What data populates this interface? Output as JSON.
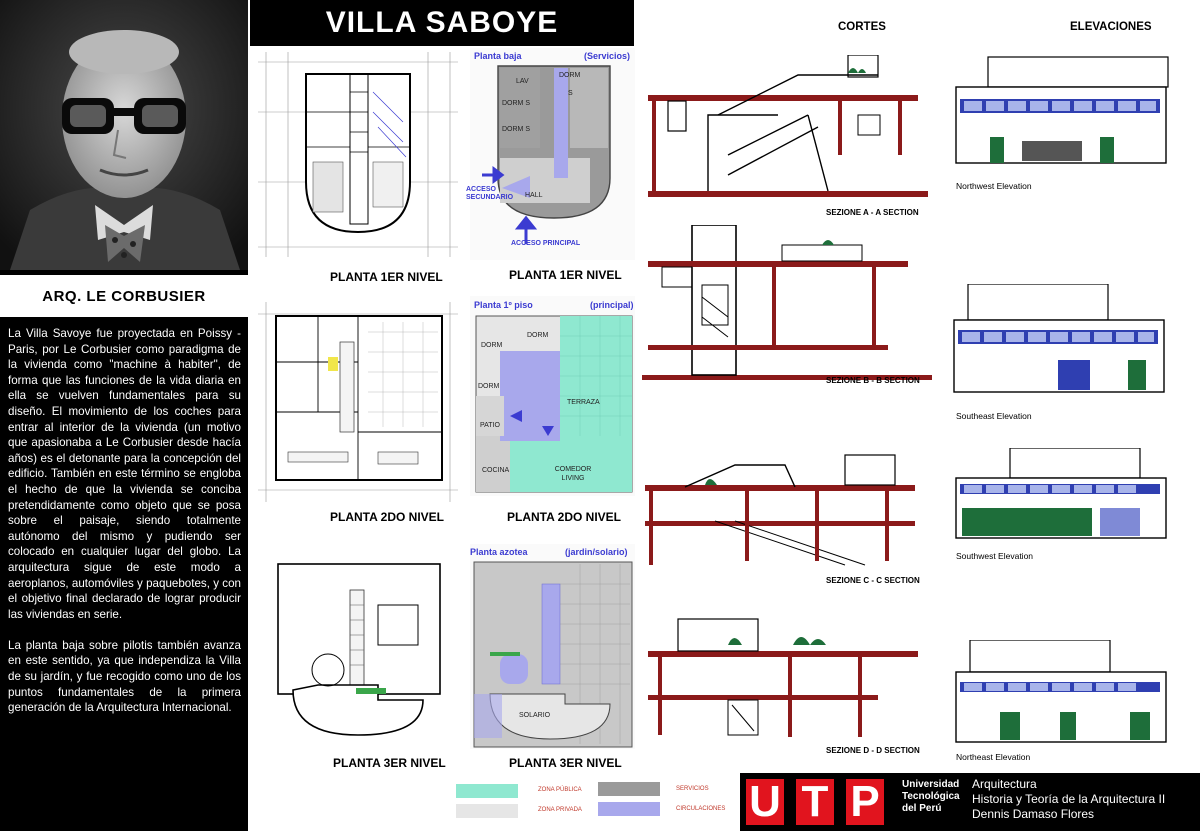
{
  "title": "VILLA SABOYE",
  "architect": "ARQ. LE CORBUSIER",
  "bio": [
    "La Villa Savoye fue proyectada en Poissy - Paris, por Le Corbusier como paradigma de la vivienda como \"machine à habiter\", de forma que las funciones de la vida diaria en ella se vuelven fundamentales para su diseño. El movimiento de los coches para entrar al interior de la vivienda (un motivo que apasionaba a Le Corbusier desde hacía años) es el detonante para la concepción del edificio. También en este término se engloba el hecho de que la vivienda se conciba pretendidamente como objeto que se posa sobre el paisaje, siendo totalmente autónomo del mismo y pudiendo ser colocado en cualquier lugar del globo. La arquitectura sigue de este modo a aeroplanos, automóviles y paquebotes, y con el objetivo final declarado de lograr producir las viviendas en serie.",
    "La planta baja sobre pilotis también avanza en este sentido, ya que independiza la Villa de su jardín, y fue recogido como uno de los puntos fundamentales de la primera generación de la Arquitectura Internacional."
  ],
  "plans": {
    "captions": [
      "PLANTA 1ER NIVEL",
      "PLANTA 1ER NIVEL",
      "PLANTA 2DO NIVEL",
      "PLANTA 2DO NIVEL",
      "PLANTA 3ER NIVEL",
      "PLANTA 3ER NIVEL"
    ],
    "ground": {
      "header_left": "Planta baja",
      "header_right": "(Servicios)",
      "labels": [
        "LAV",
        "DORM",
        "S",
        "DORM S",
        "DORM S",
        "ACCESO SECUNDARIO",
        "HALL",
        "ACCESO PRINCIPAL"
      ]
    },
    "first": {
      "header_left": "Planta  1º piso",
      "header_right": "(principal)",
      "labels": [
        "DORM",
        "DORM",
        "DORM",
        "TERRAZA",
        "PATIO",
        "COCINA",
        "COMEDOR LIVING"
      ]
    },
    "roof": {
      "header_left": "Planta azotea",
      "header_right": "(jardin/solario)",
      "labels": [
        "SOLARIO"
      ]
    }
  },
  "sections": {
    "heading": "CORTES",
    "captions": [
      "SEZIONE A - A SECTION",
      "SEZIONE B - B SECTION",
      "SEZIONE C - C SECTION",
      "SEZIONE D - D SECTION"
    ]
  },
  "elevations": {
    "heading": "ELEVACIONES",
    "captions": [
      "Northwest Elevation",
      "Southeast Elevation",
      "Southwest Elevation",
      "Northeast Elevation"
    ]
  },
  "legend": {
    "items": [
      {
        "label": "ZONA PÚBLICA",
        "color": "#8fe8d0"
      },
      {
        "label": "ZONA PRIVADA",
        "color": "#e6e6e6"
      },
      {
        "label": "SERVICIOS",
        "color": "#9a9a9a"
      },
      {
        "label": "CIRCULACIONES",
        "color": "#a8a8ec"
      }
    ]
  },
  "footer": {
    "logo_letters": [
      "U",
      "T",
      "P"
    ],
    "university": "Universidad Tecnológica del Perú",
    "course_lines": [
      "Arquitectura",
      "Historia y Teoría de la Arquitectura II",
      "Dennis Damaso Flores"
    ]
  },
  "colors": {
    "accent": "#3b3bd1",
    "public": "#8fe8d0",
    "services": "#9a9a9a",
    "circulation": "#a8a8ec",
    "brand_red": "#e1141e"
  }
}
